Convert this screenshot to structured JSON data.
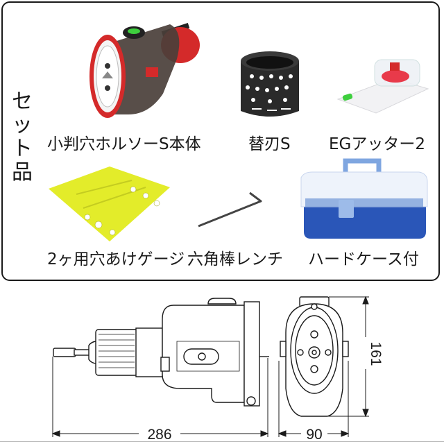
{
  "set_items": {
    "heading": "セット品",
    "heading_chars": [
      "セ",
      "ッ",
      "ト",
      "品"
    ],
    "items": [
      {
        "name": "小判穴ホルソーS本体",
        "icon": "hole-saw-body-photo"
      },
      {
        "name": "替刃S",
        "icon": "replacement-blade-photo"
      },
      {
        "name": "EGアッター2",
        "icon": "eg-atter-photo"
      },
      {
        "name": "2ヶ用穴あけゲージ",
        "icon": "drilling-gauge-photo"
      },
      {
        "name": "六角棒レンチ",
        "icon": "hex-wrench-photo"
      },
      {
        "name": "ハードケース付",
        "icon": "hard-case-photo"
      }
    ]
  },
  "drawing": {
    "side_view_length": "286",
    "front_view_width": "90",
    "front_view_height": "161"
  },
  "colors": {
    "border": "#1a1a1a",
    "body_red": "#d42a2a",
    "gauge_yellow": "#e3ec2a",
    "case_blue": "#2a56b8",
    "level_green": "#3ecf3e"
  }
}
